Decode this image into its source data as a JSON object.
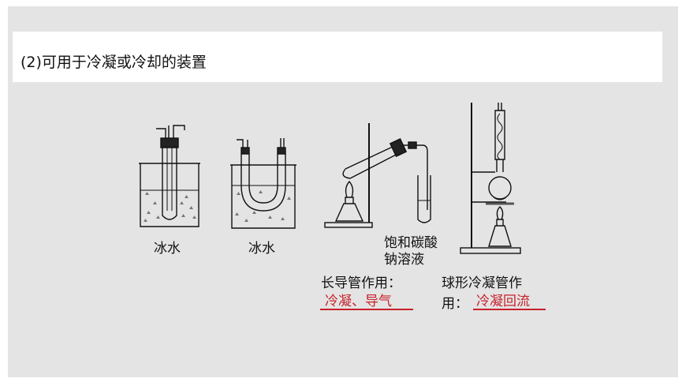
{
  "slide": {
    "title": "(2)可用于冷凝或冷却的装置",
    "labels": {
      "ice_water_1": "冰水",
      "ice_water_2": "冰水",
      "solution_line1": "饱和碳酸",
      "solution_line2": "钠溶液",
      "long_tube_line": "长导管作用：",
      "long_tube_answer": "冷凝、导气",
      "bulb_line1": "球形冷凝管作",
      "bulb_line2": "用：",
      "bulb_answer": "冷凝回流"
    },
    "colors": {
      "answer": "#c8202a",
      "background": "#e4e4e4"
    }
  }
}
